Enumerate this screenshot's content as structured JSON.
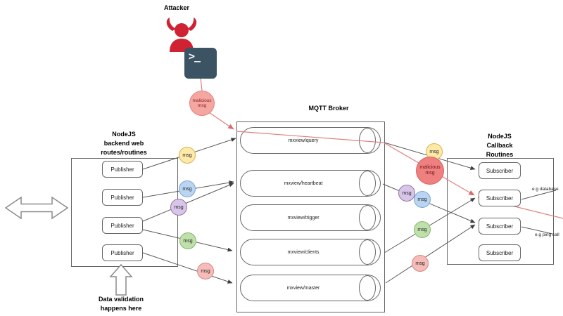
{
  "attacker": {
    "label": "Attacker",
    "terminal_glyph": ">_",
    "malicious_msg": "malicious msg"
  },
  "publishers": {
    "title_lines": [
      "NodeJS",
      "backend web",
      "routes/routines"
    ],
    "items": [
      {
        "label": "Publisher"
      },
      {
        "label": "Publisher"
      },
      {
        "label": "Publisher"
      },
      {
        "label": "Publisher"
      }
    ]
  },
  "broker": {
    "title": "MQTT Broker",
    "topics": [
      {
        "label": "mxview/query"
      },
      {
        "label": "mxview/heartbeat"
      },
      {
        "label": "mxview/trigger"
      },
      {
        "label": "mxview/clients"
      },
      {
        "label": "mxview/master"
      }
    ]
  },
  "subscribers": {
    "title_lines": [
      "NodeJS",
      "Callback",
      "Routines"
    ],
    "items": [
      {
        "label": "Subscriber"
      },
      {
        "label": "Subscriber"
      },
      {
        "label": "Subscriber"
      },
      {
        "label": "Subscriber"
      }
    ],
    "annotations": {
      "database": "e.g database",
      "ping": "e.g ping call"
    }
  },
  "messages": {
    "left": [
      {
        "label": "msg",
        "color": "#ffe9a8"
      },
      {
        "label": "msg",
        "color": "#b9d5f2"
      },
      {
        "label": "msg",
        "color": "#d8c6e9"
      },
      {
        "label": "msg",
        "color": "#bfe0aa"
      },
      {
        "label": "msg",
        "color": "#f6bcba"
      }
    ],
    "right": [
      {
        "label": "msg",
        "color": "#ffe9a8"
      },
      {
        "label": "msg",
        "color": "#d8c6e9"
      },
      {
        "label": "msg",
        "color": "#b9d5f2"
      },
      {
        "label": "msg",
        "color": "#bfe0aa"
      },
      {
        "label": "msg",
        "color": "#f6bcba"
      }
    ],
    "malicious_right": {
      "label": "malicious msg",
      "color": "#ee8080"
    }
  },
  "note": {
    "lines": [
      "Data validation",
      "happens here"
    ]
  },
  "colors": {
    "terminal_bg": "#3c5364",
    "devil_red": "#cf2233",
    "malicious_fill": "#f4a6a1",
    "line_gray": "#595959",
    "line_red": "#e08080",
    "border_gray": "#666666"
  }
}
